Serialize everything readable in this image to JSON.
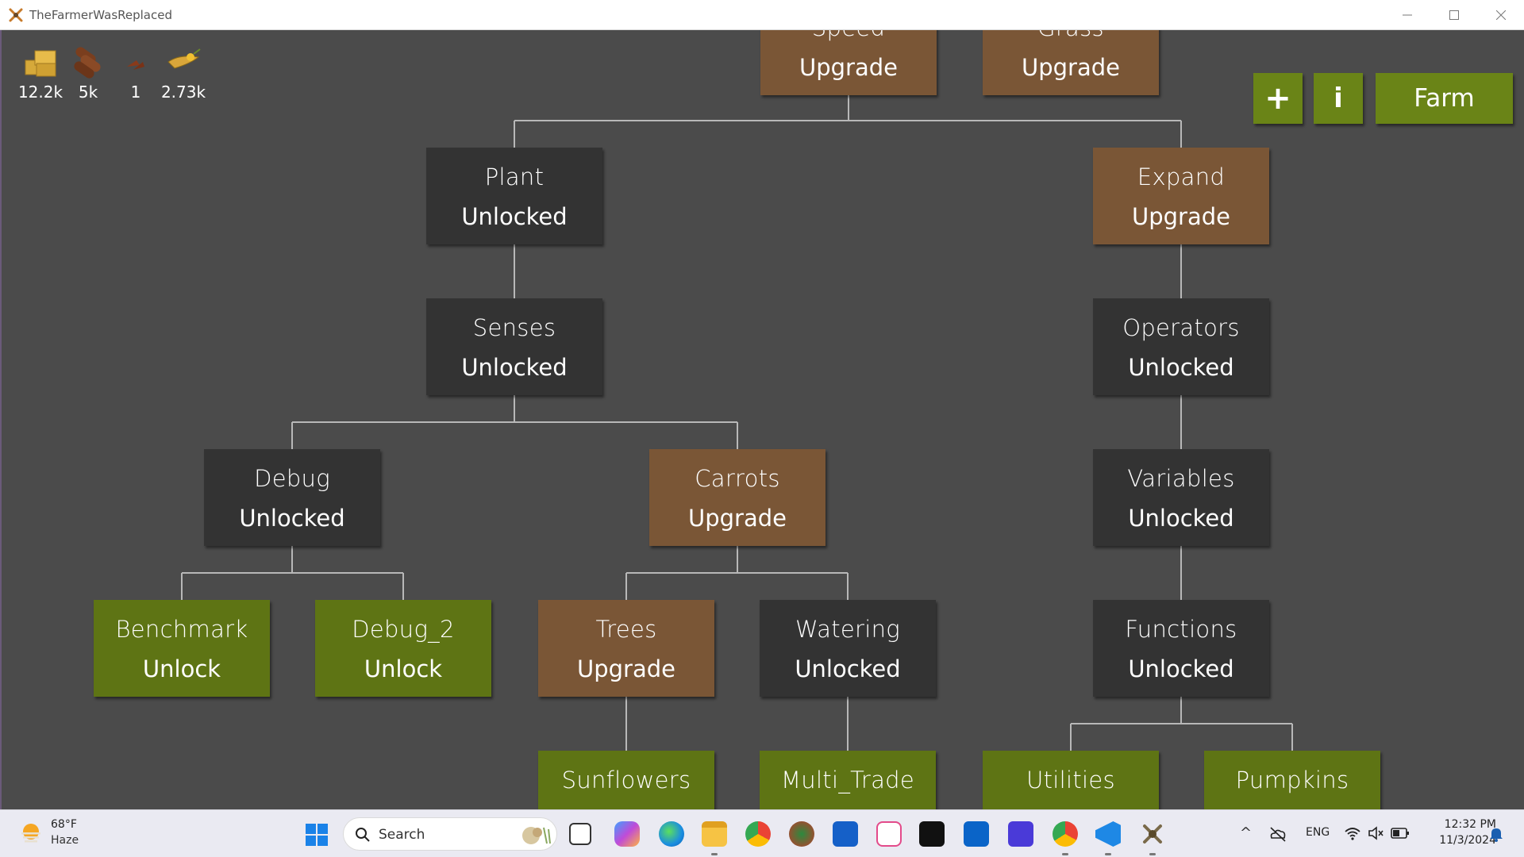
{
  "window": {
    "title": "TheFarmerWasReplaced"
  },
  "resources": [
    {
      "name": "hay",
      "icon": "hay-icon",
      "value": "12.2k"
    },
    {
      "name": "wood",
      "icon": "wood-icon",
      "value": "5k"
    },
    {
      "name": "carrots",
      "icon": "carrot-icon",
      "value": "1"
    },
    {
      "name": "pumpkin",
      "icon": "pumpkin-icon",
      "value": "2.73k"
    }
  ],
  "top_buttons": {
    "add": "+",
    "info": "i",
    "farm": "Farm"
  },
  "tree": {
    "speed": {
      "name": "Speed",
      "status": "Upgrade"
    },
    "grass": {
      "name": "Grass",
      "status": "Upgrade"
    },
    "plant": {
      "name": "Plant",
      "status": "Unlocked"
    },
    "expand": {
      "name": "Expand",
      "status": "Upgrade"
    },
    "senses": {
      "name": "Senses",
      "status": "Unlocked"
    },
    "operators": {
      "name": "Operators",
      "status": "Unlocked"
    },
    "debug": {
      "name": "Debug",
      "status": "Unlocked"
    },
    "carrots": {
      "name": "Carrots",
      "status": "Upgrade"
    },
    "variables": {
      "name": "Variables",
      "status": "Unlocked"
    },
    "benchmark": {
      "name": "Benchmark",
      "status": "Unlock"
    },
    "debug_2": {
      "name": "Debug_2",
      "status": "Unlock"
    },
    "trees": {
      "name": "Trees",
      "status": "Upgrade"
    },
    "watering": {
      "name": "Watering",
      "status": "Unlocked"
    },
    "functions": {
      "name": "Functions",
      "status": "Unlocked"
    },
    "sunflowers": {
      "name": "Sunflowers"
    },
    "multi_trade": {
      "name": "Multi_Trade"
    },
    "utilities": {
      "name": "Utilities"
    },
    "pumpkins": {
      "name": "Pumpkins"
    }
  },
  "colors": {
    "unlocked": "#333333",
    "upgrade": "#7a5636",
    "unlock": "#5e7414",
    "background": "#4b4b4b"
  },
  "taskbar": {
    "weather": {
      "temp": "68°F",
      "desc": "Haze"
    },
    "search_placeholder": "Search",
    "language": "ENG",
    "time": "12:32 PM",
    "date": "11/3/2024",
    "apps": [
      "task-view",
      "copilot",
      "edge",
      "file-explorer",
      "chrome",
      "app-green",
      "microsoft-store",
      "itunes",
      "live",
      "outlook",
      "obsidian",
      "chrome-dev",
      "vscode",
      "farmer-game"
    ]
  }
}
